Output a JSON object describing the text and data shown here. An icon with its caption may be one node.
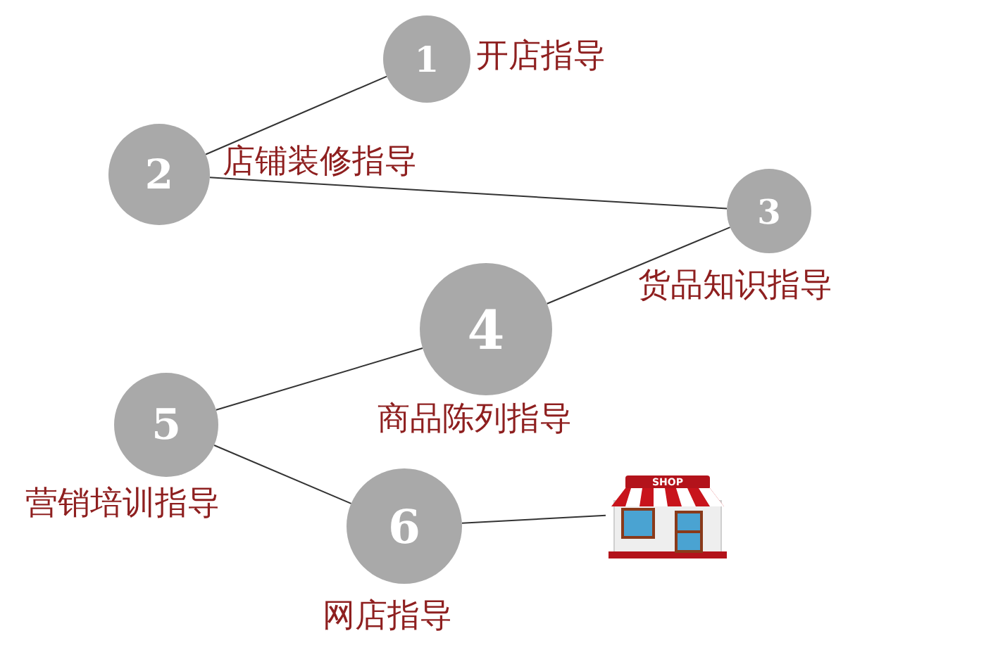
{
  "diagram": {
    "nodes": [
      {
        "text": [
          "1"
        ],
        "beside": [
          "开店指导"
        ]
      },
      {
        "text": [
          "2"
        ],
        "beside": [
          "店铺装修指导"
        ]
      },
      {
        "text": [
          "3"
        ],
        "beside": [
          "货品知识指导"
        ]
      },
      {
        "text": [
          "4"
        ],
        "beside": [
          "商品陈列指导"
        ]
      },
      {
        "text": [
          "5"
        ],
        "beside": [
          "营销培训指导"
        ]
      },
      {
        "text": [
          "6"
        ],
        "beside": [
          "网店指导"
        ]
      },
      {
        "text": [
          "SHOP"
        ]
      }
    ],
    "edges": [
      {
        "from": 0,
        "to": 1,
        "arrow": "none"
      },
      {
        "from": 1,
        "to": 2,
        "arrow": "none"
      },
      {
        "from": 2,
        "to": 3,
        "arrow": "none"
      },
      {
        "from": 3,
        "to": 4,
        "arrow": "none"
      },
      {
        "from": 4,
        "to": 5,
        "arrow": "none"
      },
      {
        "from": 5,
        "to": 6,
        "arrow": "none"
      }
    ]
  }
}
